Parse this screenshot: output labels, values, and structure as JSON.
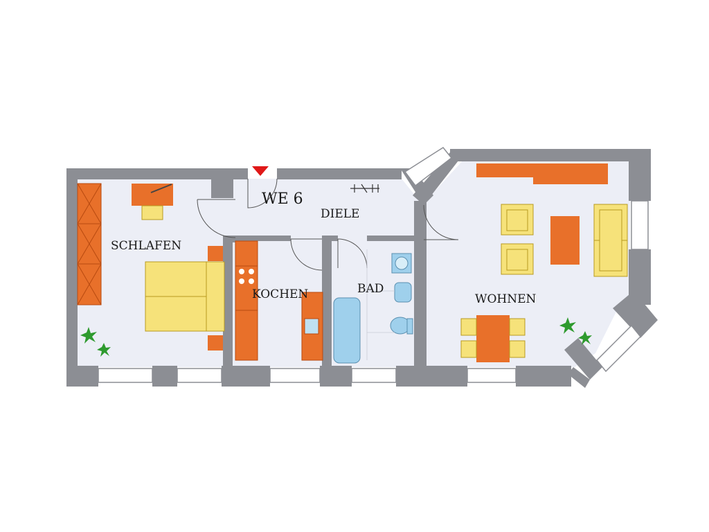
{
  "labels": {
    "unit": "WE 6",
    "hall": "DIELE",
    "bedroom": "SCHLAFEN",
    "kitchen": "KOCHEN",
    "bath": "BAD",
    "living": "WOHNEN"
  },
  "colors": {
    "wall": "#8c8e94",
    "floor": "#eceef6",
    "furniture_orange": "#e8702a",
    "furniture_yellow": "#f6e27a",
    "bathtub_blue": "#9fd0ec",
    "plant_green": "#2e9a2e",
    "entrance_marker": "#e01818",
    "window": "#ffffff"
  }
}
